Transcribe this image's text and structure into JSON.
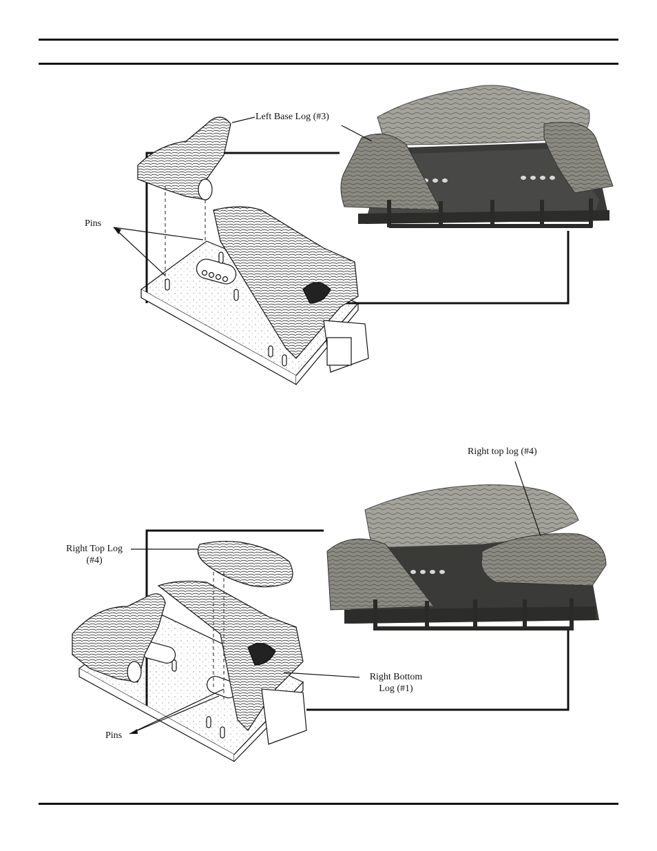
{
  "figure1": {
    "left_base_log_label": "Left Base Log (#3)",
    "pins_label": "Pins"
  },
  "figure2": {
    "right_top_log_photo_label": "Right top log (#4)",
    "right_top_log_label_line1": "Right Top Log",
    "right_top_log_label_line2": "(#4)",
    "right_bottom_log_label_line1": "Right Bottom",
    "right_bottom_log_label_line2": "Log (#1)",
    "pins_label": "Pins"
  }
}
